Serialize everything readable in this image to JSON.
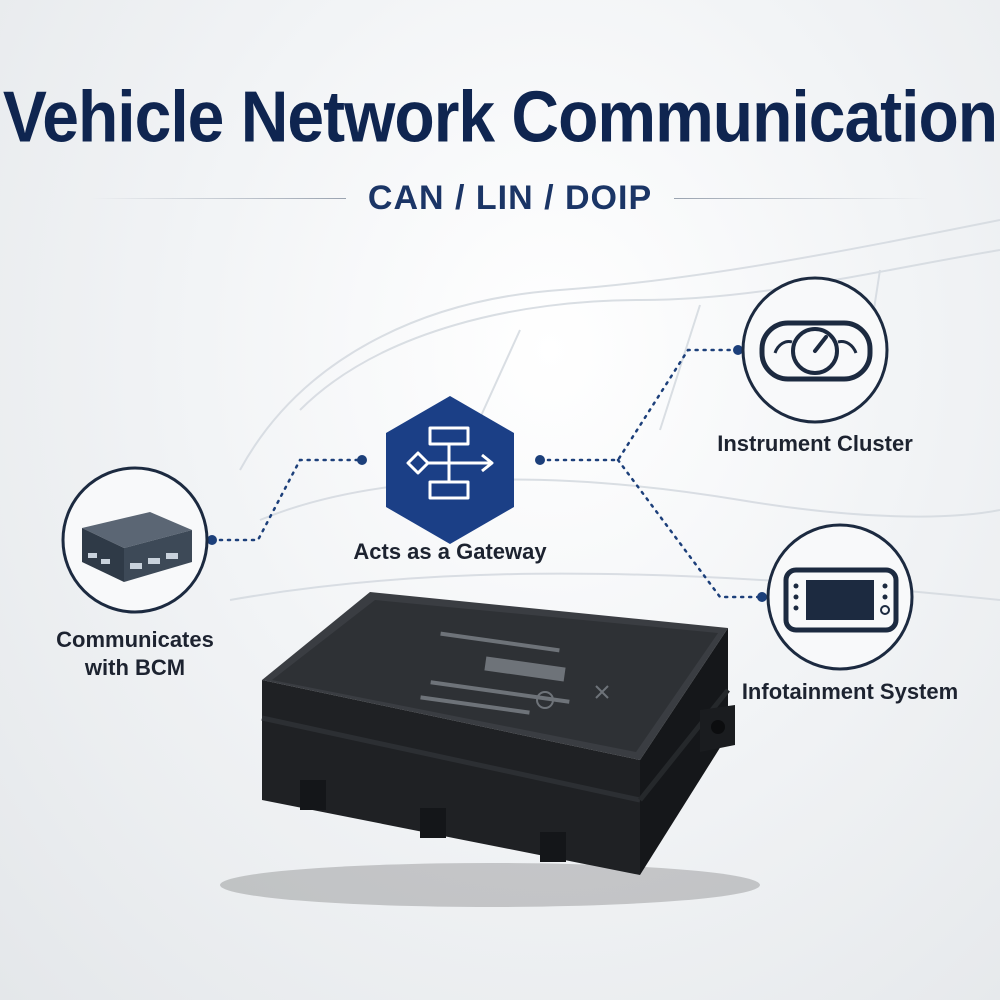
{
  "header": {
    "title": "Vehicle Network Communication",
    "subtitle": "CAN / LIN / DOIP"
  },
  "nodes": {
    "gateway": {
      "label": "Acts as a Gateway",
      "icon": "flowchart-icon"
    },
    "bcm": {
      "label_line1": "Communicates",
      "label_line2": "with BCM",
      "icon": "control-module-icon"
    },
    "instrument": {
      "label": "Instrument Cluster",
      "icon": "speedometer-icon"
    },
    "infotainment": {
      "label": "Infotainment System",
      "icon": "touchscreen-display-icon"
    }
  },
  "colors": {
    "navy": "#0f2550",
    "accent": "#1b3f86",
    "connector": "#1c3f7a"
  }
}
